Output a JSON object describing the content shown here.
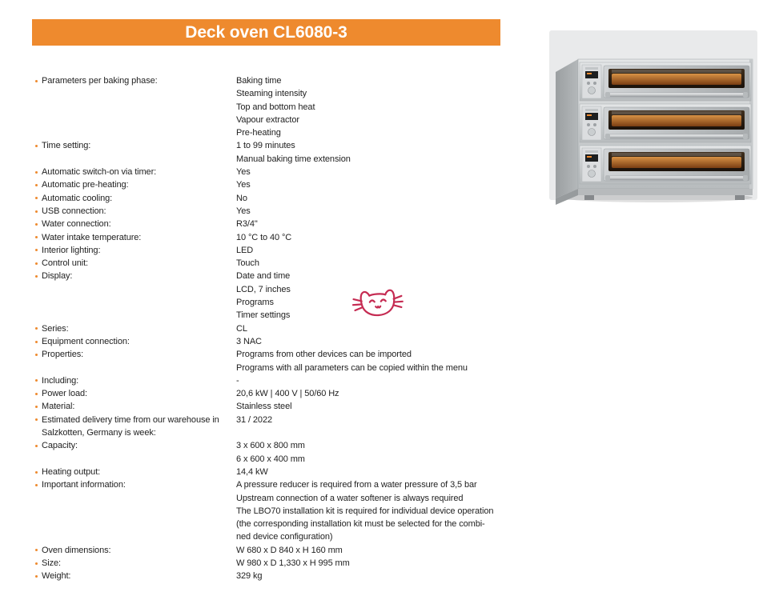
{
  "accent_color": "#EE8A2E",
  "doodle_color": "#C52B52",
  "header": {
    "title": "Deck oven CL6080-3"
  },
  "product_image": {
    "alt": "Three-deck stainless steel baking oven with glass doors and control panels"
  },
  "specs": [
    {
      "label": "Parameters per baking phase:",
      "values": [
        "Baking time",
        "Steaming intensity",
        "Top and bottom heat",
        "Vapour extractor",
        "Pre-heating"
      ]
    },
    {
      "label": "Time setting:",
      "values": [
        "1 to 99 minutes",
        "Manual baking time extension"
      ]
    },
    {
      "label": "Automatic switch-on via timer:",
      "values": [
        "Yes"
      ]
    },
    {
      "label": "Automatic pre-heating:",
      "values": [
        "Yes"
      ]
    },
    {
      "label": "Automatic cooling:",
      "values": [
        "No"
      ]
    },
    {
      "label": "USB connection:",
      "values": [
        "Yes"
      ]
    },
    {
      "label": "Water connection:",
      "values": [
        "R3/4\""
      ]
    },
    {
      "label": "Water intake temperature:",
      "values": [
        "10 °C to 40 °C"
      ]
    },
    {
      "label": "Interior lighting:",
      "values": [
        "LED"
      ]
    },
    {
      "label": "Control unit:",
      "values": [
        "Touch"
      ]
    },
    {
      "label": "Display:",
      "values": [
        "Date and time",
        "LCD, 7 inches",
        "Programs",
        "Timer settings"
      ]
    },
    {
      "label": "Series:",
      "values": [
        "CL"
      ]
    },
    {
      "label": "Equipment connection:",
      "values": [
        "3 NAC"
      ]
    },
    {
      "label": "Properties:",
      "values": [
        "Programs from other devices can be imported",
        "Programs with all parameters can be copied within the menu"
      ]
    },
    {
      "label": "Including:",
      "values": [
        "-"
      ]
    },
    {
      "label": "Power load:",
      "values": [
        "20,6 kW | 400 V  | 50/60 Hz"
      ]
    },
    {
      "label": "Material:",
      "values": [
        "Stainless steel"
      ]
    },
    {
      "label": "Estimated delivery time from our warehouse in Salzkotten, Germany is week:",
      "values": [
        "31 / 2022"
      ]
    },
    {
      "label": "Capacity:",
      "values": [
        "3 x 600 x 800 mm",
        "6 x 600 x 400 mm"
      ]
    },
    {
      "label": "Heating output:",
      "values": [
        "14,4 kW"
      ]
    },
    {
      "label": "Important information:",
      "values": [
        "A pressure reducer is required from a water pressure of 3,5 bar",
        "Upstream connection of a water softener is always required",
        "The LBO70 installation kit is required for individual device operation",
        "(the corresponding installation kit must be selected for the combi-",
        "ned device configuration)"
      ]
    },
    {
      "label": "Oven dimensions:",
      "values": [
        "W 680 x D 840 x H 160 mm"
      ]
    },
    {
      "label": "Size:",
      "values": [
        "W 980 x D 1,330 x H 995 mm"
      ]
    },
    {
      "label": "Weight:",
      "values": [
        "329 kg"
      ]
    }
  ]
}
